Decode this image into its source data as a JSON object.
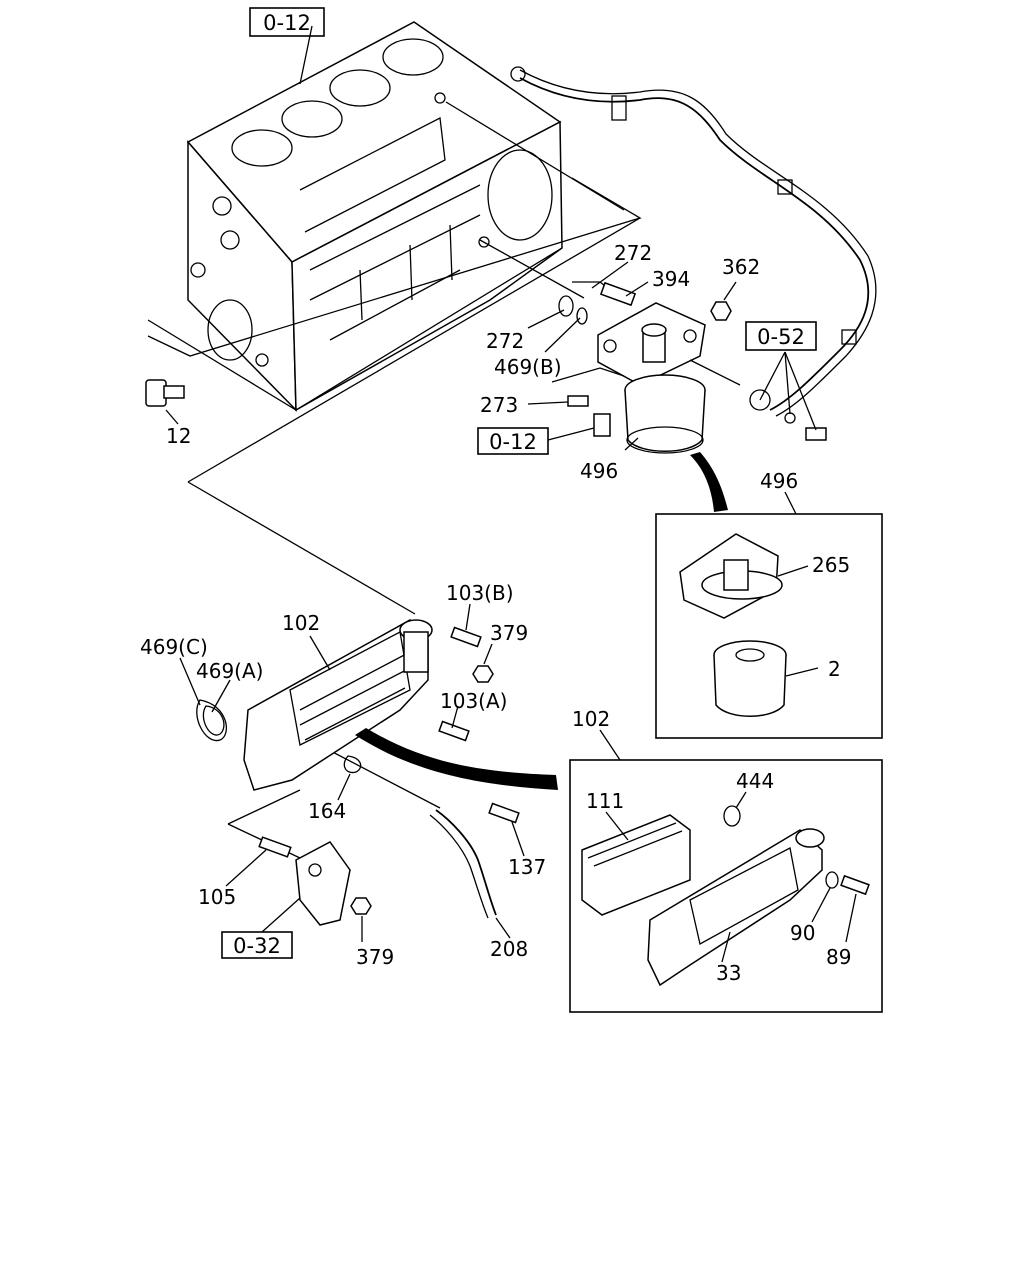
{
  "refs": {
    "r1": "0-12",
    "r2": "0-52",
    "r3": "0-12",
    "r4": "0-32"
  },
  "parts": {
    "p12": "12",
    "p272a": "272",
    "p394": "394",
    "p362": "362",
    "p272b": "272",
    "p469b": "469(B)",
    "p273": "273",
    "p496a": "496",
    "p496b": "496",
    "p265": "265",
    "p2": "2",
    "p103b": "103(B)",
    "p102a": "102",
    "p379a": "379",
    "p469c": "469(C)",
    "p469a": "469(A)",
    "p103a": "103(A)",
    "p164": "164",
    "p137": "137",
    "p105": "105",
    "p379b": "379",
    "p208": "208",
    "p102b": "102",
    "p111": "111",
    "p444": "444",
    "p90": "90",
    "p89": "89",
    "p33": "33"
  }
}
